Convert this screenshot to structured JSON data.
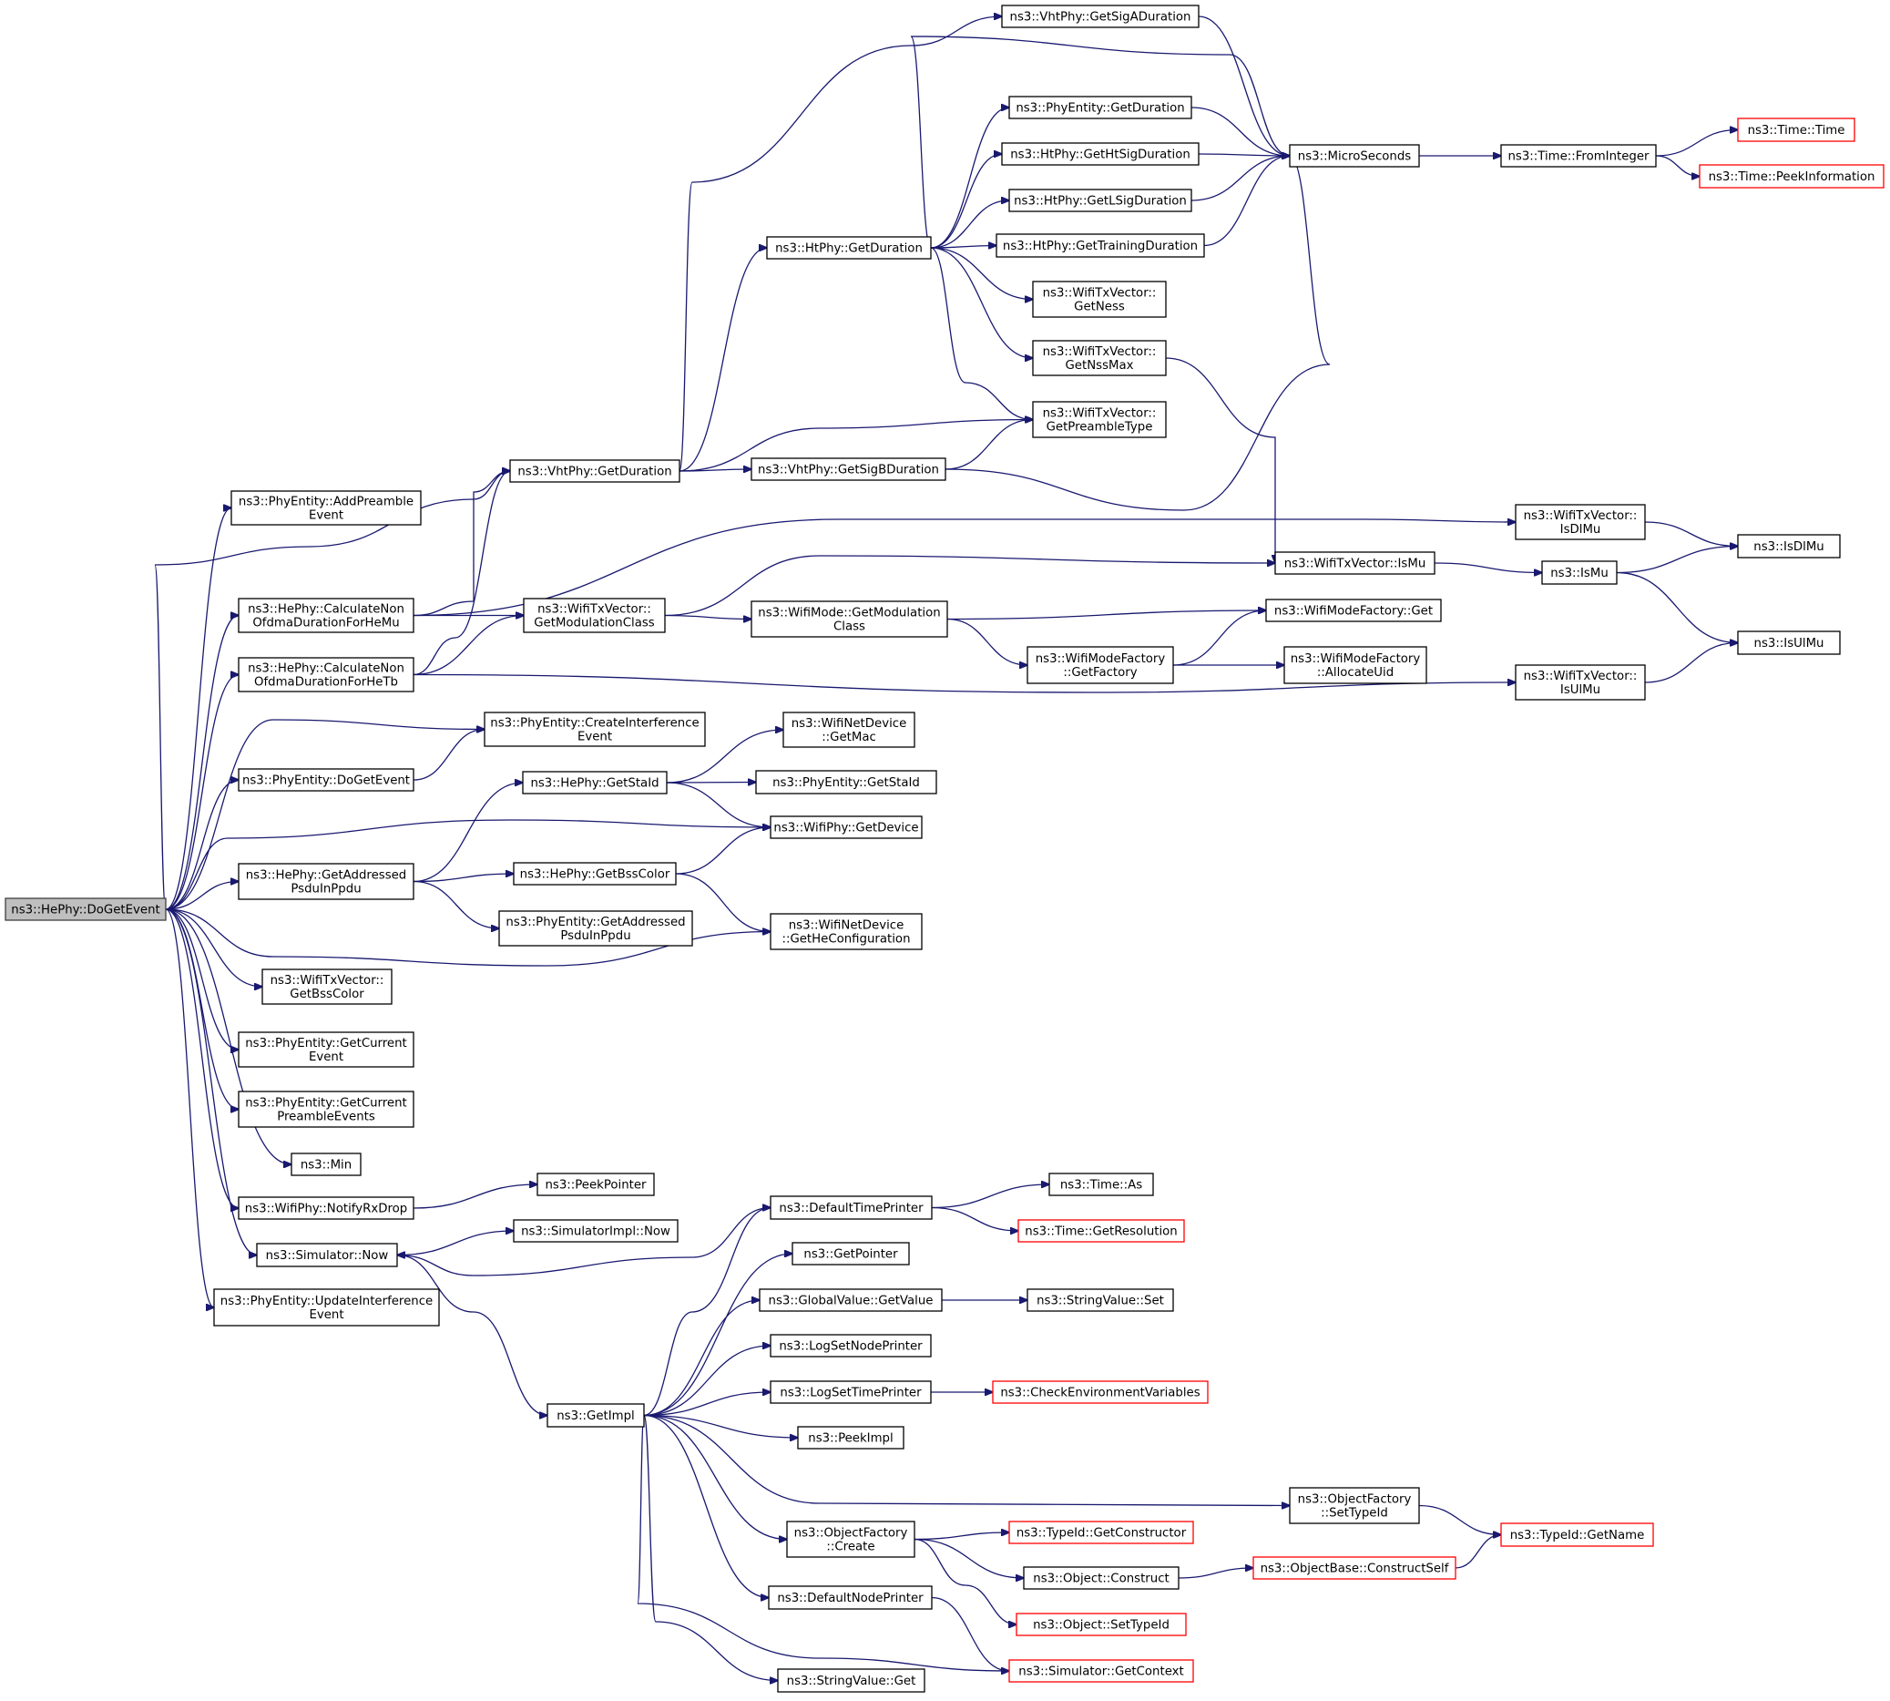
{
  "diagram": {
    "type": "call-graph",
    "edge_color": "#191970",
    "node_border_colors": {
      "normal": "#000000",
      "undocumented": "#ff0000"
    },
    "root_fill": "#bfbfbf",
    "nodes": [
      {
        "id": "root",
        "lines": [
          "ns3::HePhy::DoGetEvent"
        ],
        "style": "root"
      },
      {
        "id": "addpre",
        "lines": [
          "ns3::PhyEntity::AddPreamble",
          "Event"
        ],
        "style": "normal"
      },
      {
        "id": "calcmu",
        "lines": [
          "ns3::HePhy::CalculateNon",
          "OfdmaDurationForHeMu"
        ],
        "style": "normal"
      },
      {
        "id": "calctb",
        "lines": [
          "ns3::HePhy::CalculateNon",
          "OfdmaDurationForHeTb"
        ],
        "style": "normal"
      },
      {
        "id": "createint",
        "lines": [
          "ns3::PhyEntity::CreateInterference",
          "Event"
        ],
        "style": "normal"
      },
      {
        "id": "pedoget",
        "lines": [
          "ns3::PhyEntity::DoGetEvent"
        ],
        "style": "normal"
      },
      {
        "id": "getaddr",
        "lines": [
          "ns3::HePhy::GetAddressed",
          "PsduInPpdu"
        ],
        "style": "normal"
      },
      {
        "id": "txbss",
        "lines": [
          "ns3::WifiTxVector::",
          "GetBssColor"
        ],
        "style": "normal"
      },
      {
        "id": "curev",
        "lines": [
          "ns3::PhyEntity::GetCurrent",
          "Event"
        ],
        "style": "normal"
      },
      {
        "id": "curpre",
        "lines": [
          "ns3::PhyEntity::GetCurrent",
          "PreambleEvents"
        ],
        "style": "normal"
      },
      {
        "id": "min",
        "lines": [
          "ns3::Min"
        ],
        "style": "normal"
      },
      {
        "id": "notify",
        "lines": [
          "ns3::WifiPhy::NotifyRxDrop"
        ],
        "style": "normal"
      },
      {
        "id": "simnow",
        "lines": [
          "ns3::Simulator::Now"
        ],
        "style": "normal"
      },
      {
        "id": "updint",
        "lines": [
          "ns3::PhyEntity::UpdateInterference",
          "Event"
        ],
        "style": "normal"
      },
      {
        "id": "vhtdur",
        "lines": [
          "ns3::VhtPhy::GetDuration"
        ],
        "style": "normal"
      },
      {
        "id": "getmodc",
        "lines": [
          "ns3::WifiTxVector::",
          "GetModulationClass"
        ],
        "style": "normal"
      },
      {
        "id": "hestaid",
        "lines": [
          "ns3::HePhy::GetStaId"
        ],
        "style": "normal"
      },
      {
        "id": "hebss",
        "lines": [
          "ns3::HePhy::GetBssColor"
        ],
        "style": "normal"
      },
      {
        "id": "peaddr",
        "lines": [
          "ns3::PhyEntity::GetAddressed",
          "PsduInPpdu"
        ],
        "style": "normal"
      },
      {
        "id": "peek",
        "lines": [
          "ns3::PeekPointer"
        ],
        "style": "normal"
      },
      {
        "id": "simimplnow",
        "lines": [
          "ns3::SimulatorImpl::Now"
        ],
        "style": "normal"
      },
      {
        "id": "getimpl",
        "lines": [
          "ns3::GetImpl"
        ],
        "style": "normal"
      },
      {
        "id": "htdur",
        "lines": [
          "ns3::HtPhy::GetDuration"
        ],
        "style": "normal"
      },
      {
        "id": "sigb",
        "lines": [
          "ns3::VhtPhy::GetSigBDuration"
        ],
        "style": "normal"
      },
      {
        "id": "wmgetmod",
        "lines": [
          "ns3::WifiMode::GetModulation",
          "Class"
        ],
        "style": "normal"
      },
      {
        "id": "getmac",
        "lines": [
          "ns3::WifiNetDevice",
          "::GetMac"
        ],
        "style": "normal"
      },
      {
        "id": "pestaid",
        "lines": [
          "ns3::PhyEntity::GetStaId"
        ],
        "style": "normal"
      },
      {
        "id": "getdev",
        "lines": [
          "ns3::WifiPhy::GetDevice"
        ],
        "style": "normal"
      },
      {
        "id": "hecfg",
        "lines": [
          "ns3::WifiNetDevice",
          "::GetHeConfiguration"
        ],
        "style": "normal"
      },
      {
        "id": "dtp",
        "lines": [
          "ns3::DefaultTimePrinter"
        ],
        "style": "normal"
      },
      {
        "id": "getptr",
        "lines": [
          "ns3::GetPointer"
        ],
        "style": "normal"
      },
      {
        "id": "gvget",
        "lines": [
          "ns3::GlobalValue::GetValue"
        ],
        "style": "normal"
      },
      {
        "id": "lsnp",
        "lines": [
          "ns3::LogSetNodePrinter"
        ],
        "style": "normal"
      },
      {
        "id": "lstp",
        "lines": [
          "ns3::LogSetTimePrinter"
        ],
        "style": "normal"
      },
      {
        "id": "peekimpl",
        "lines": [
          "ns3::PeekImpl"
        ],
        "style": "normal"
      },
      {
        "id": "ofcreate",
        "lines": [
          "ns3::ObjectFactory",
          "::Create"
        ],
        "style": "normal"
      },
      {
        "id": "dnp",
        "lines": [
          "ns3::DefaultNodePrinter"
        ],
        "style": "normal"
      },
      {
        "id": "svget",
        "lines": [
          "ns3::StringValue::Get"
        ],
        "style": "normal"
      },
      {
        "id": "siga",
        "lines": [
          "ns3::VhtPhy::GetSigADuration"
        ],
        "style": "normal"
      },
      {
        "id": "pedur",
        "lines": [
          "ns3::PhyEntity::GetDuration"
        ],
        "style": "normal"
      },
      {
        "id": "htsig",
        "lines": [
          "ns3::HtPhy::GetHtSigDuration"
        ],
        "style": "normal"
      },
      {
        "id": "lsig",
        "lines": [
          "ns3::HtPhy::GetLSigDuration"
        ],
        "style": "normal"
      },
      {
        "id": "train",
        "lines": [
          "ns3::HtPhy::GetTrainingDuration"
        ],
        "style": "normal"
      },
      {
        "id": "getness",
        "lines": [
          "ns3::WifiTxVector::",
          "GetNess"
        ],
        "style": "normal"
      },
      {
        "id": "nssmax",
        "lines": [
          "ns3::WifiTxVector::",
          "GetNssMax"
        ],
        "style": "normal"
      },
      {
        "id": "pretype",
        "lines": [
          "ns3::WifiTxVector::",
          "GetPreambleType"
        ],
        "style": "normal"
      },
      {
        "id": "wmfget",
        "lines": [
          "ns3::WifiModeFactory::Get"
        ],
        "style": "normal"
      },
      {
        "id": "wmfgetf",
        "lines": [
          "ns3::WifiModeFactory",
          "::GetFactory"
        ],
        "style": "normal"
      },
      {
        "id": "wmfalloc",
        "lines": [
          "ns3::WifiModeFactory",
          "::AllocateUid"
        ],
        "style": "normal"
      },
      {
        "id": "timeas",
        "lines": [
          "ns3::Time::As"
        ],
        "style": "normal"
      },
      {
        "id": "getres",
        "lines": [
          "ns3::Time::GetResolution"
        ],
        "style": "red"
      },
      {
        "id": "svset",
        "lines": [
          "ns3::StringValue::Set"
        ],
        "style": "normal"
      },
      {
        "id": "checkenv",
        "lines": [
          "ns3::CheckEnvironmentVariables"
        ],
        "style": "red"
      },
      {
        "id": "ofset",
        "lines": [
          "ns3::ObjectFactory",
          "::SetTypeId"
        ],
        "style": "normal"
      },
      {
        "id": "tigetcons",
        "lines": [
          "ns3::TypeId::GetConstructor"
        ],
        "style": "red"
      },
      {
        "id": "objcons",
        "lines": [
          "ns3::Object::Construct"
        ],
        "style": "normal"
      },
      {
        "id": "objsettid",
        "lines": [
          "ns3::Object::SetTypeId"
        ],
        "style": "red"
      },
      {
        "id": "simgetctx",
        "lines": [
          "ns3::Simulator::GetContext"
        ],
        "style": "red"
      },
      {
        "id": "micro",
        "lines": [
          "ns3::MicroSeconds"
        ],
        "style": "normal"
      },
      {
        "id": "txdlmu",
        "lines": [
          "ns3::WifiTxVector::",
          "IsDlMu"
        ],
        "style": "normal"
      },
      {
        "id": "txismu",
        "lines": [
          "ns3::WifiTxVector::IsMu"
        ],
        "style": "normal"
      },
      {
        "id": "txulmu",
        "lines": [
          "ns3::WifiTxVector::",
          "IsUlMu"
        ],
        "style": "normal"
      },
      {
        "id": "obconsself",
        "lines": [
          "ns3::ObjectBase::ConstructSelf"
        ],
        "style": "red"
      },
      {
        "id": "fromint",
        "lines": [
          "ns3::Time::FromInteger"
        ],
        "style": "normal"
      },
      {
        "id": "ismu",
        "lines": [
          "ns3::IsMu"
        ],
        "style": "normal"
      },
      {
        "id": "tigetname",
        "lines": [
          "ns3::TypeId::GetName"
        ],
        "style": "red"
      },
      {
        "id": "timetime",
        "lines": [
          "ns3::Time::Time"
        ],
        "style": "red"
      },
      {
        "id": "peekinfo",
        "lines": [
          "ns3::Time::PeekInformation"
        ],
        "style": "red"
      },
      {
        "id": "isdlmu",
        "lines": [
          "ns3::IsDlMu"
        ],
        "style": "normal"
      },
      {
        "id": "isulmu",
        "lines": [
          "ns3::IsUlMu"
        ],
        "style": "normal"
      }
    ]
  }
}
